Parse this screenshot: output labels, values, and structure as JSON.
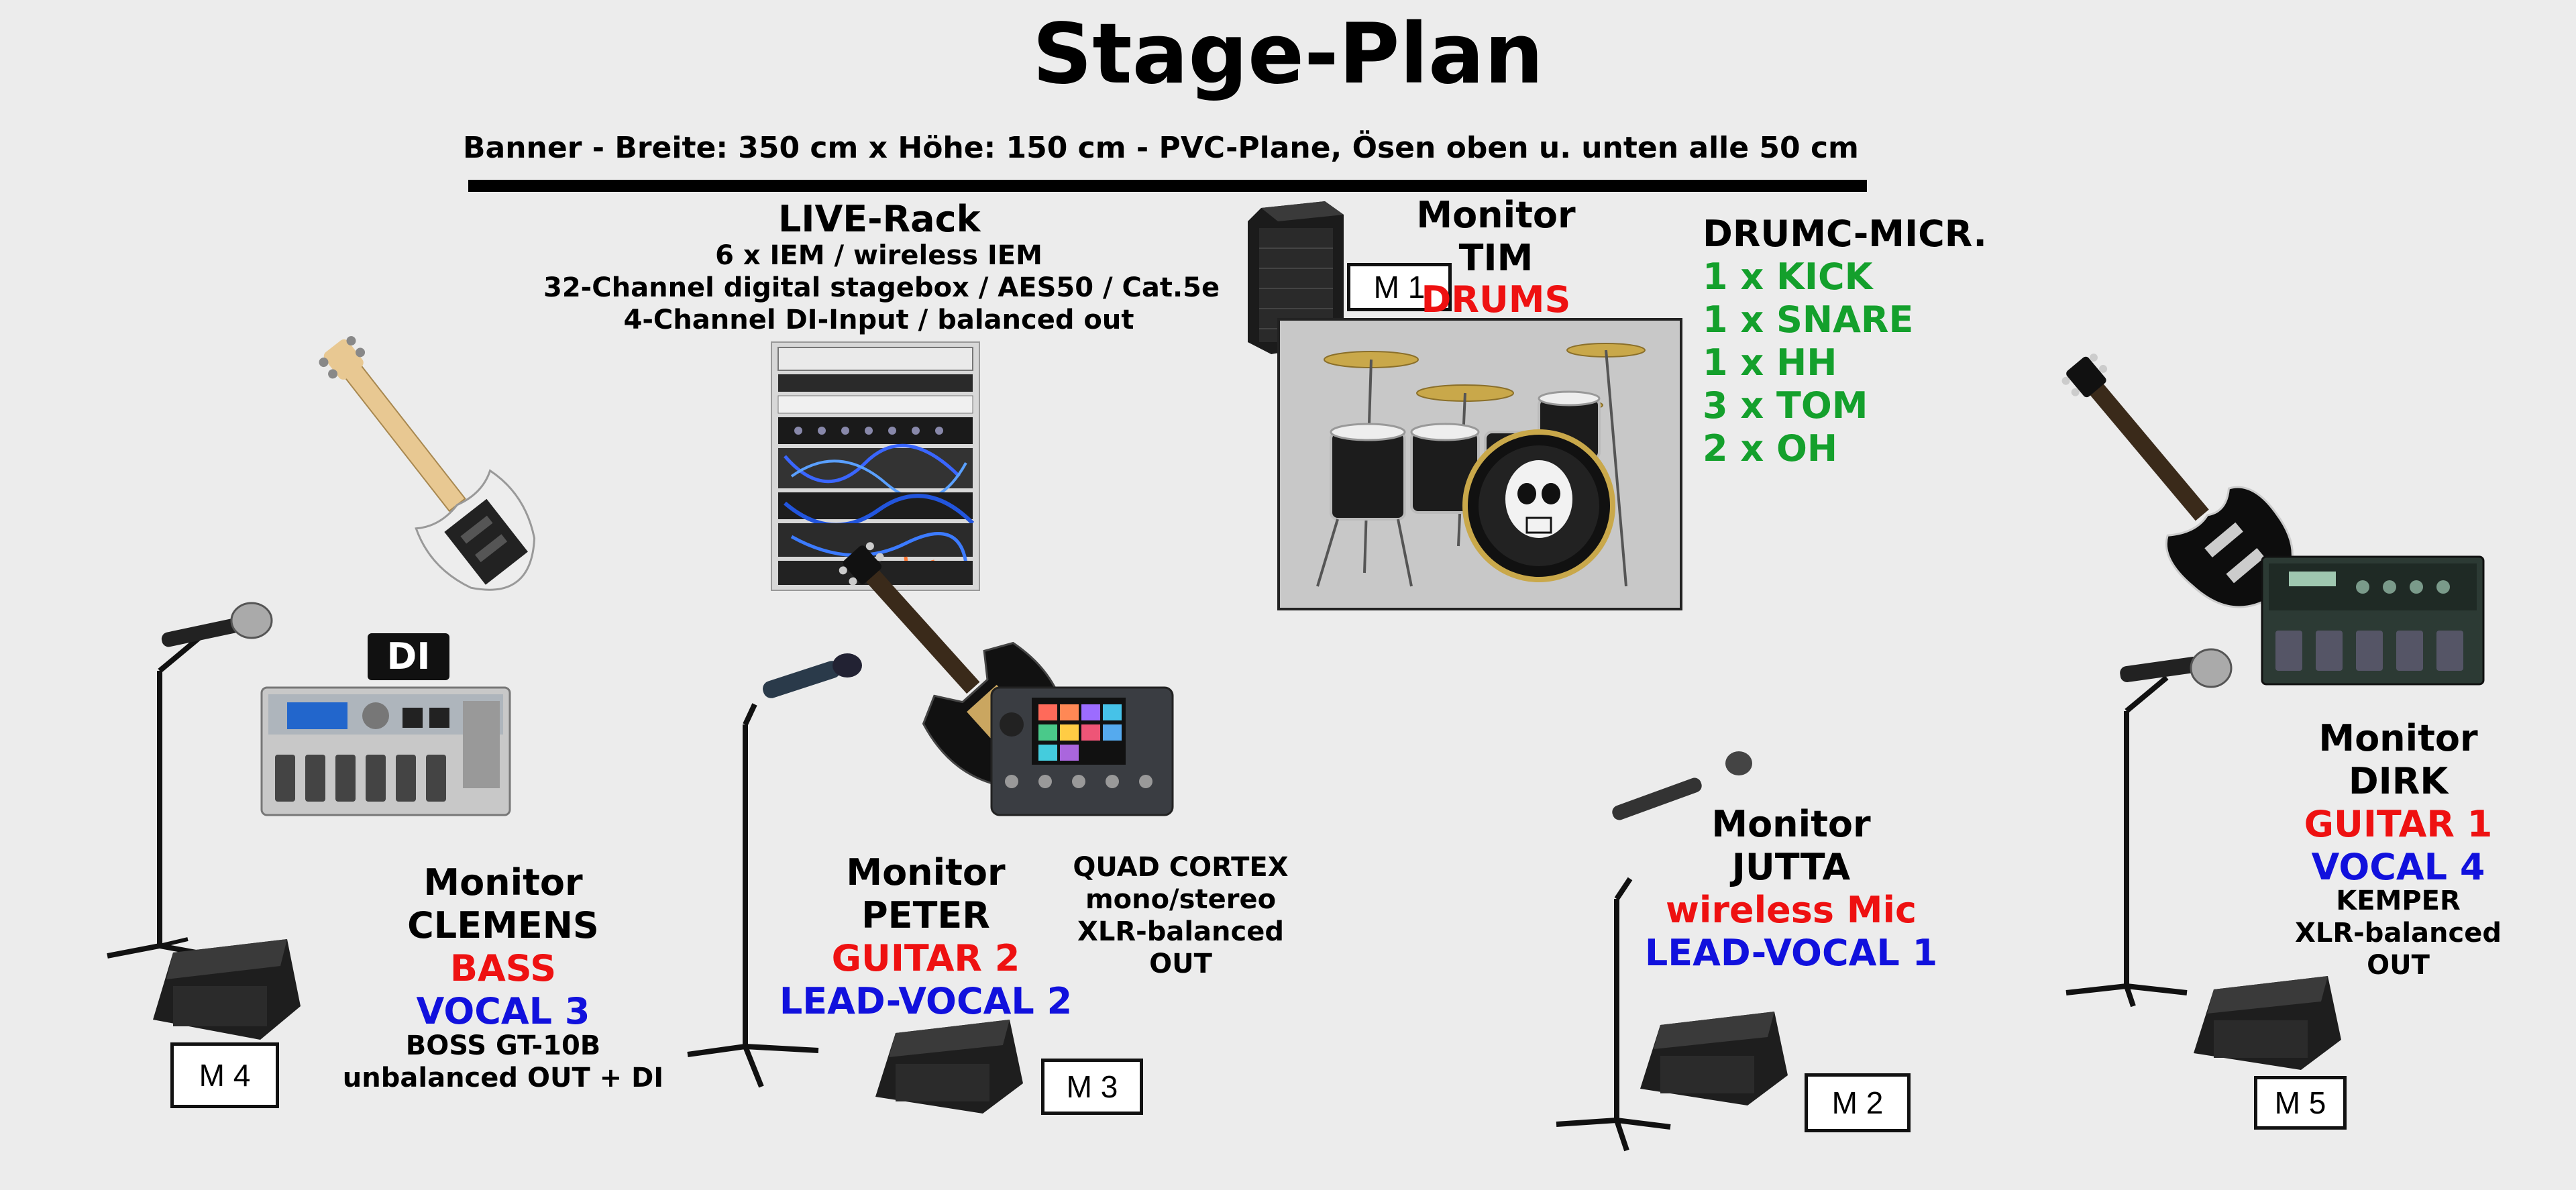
{
  "title": "Stage-Plan",
  "banner": "Banner  -  Breite: 350 cm  x  Höhe: 150 cm  -  PVC-Plane, Ösen oben u. unten alle 50 cm",
  "live_rack": {
    "title": "LIVE-Rack",
    "lines": [
      "6 x IEM / wireless IEM",
      "32-Channel digital stagebox / AES50 / Cat.5e",
      "4-Channel DI-Input / balanced out"
    ]
  },
  "drums": {
    "monitor": "Monitor",
    "name": "TIM",
    "role": "DRUMS",
    "monitor_label": "M 1"
  },
  "drum_mics": {
    "title": "DRUMC-MICR.",
    "items": [
      "1 x KICK",
      "1 x SNARE",
      "1 x HH",
      "3 x TOM",
      "2 x OH"
    ]
  },
  "di_label": "DI",
  "clemens": {
    "monitor": "Monitor",
    "name": "CLEMENS",
    "role": "BASS",
    "vocal": "VOCAL 3",
    "gear1": "BOSS GT-10B",
    "gear2": "unbalanced OUT + DI",
    "monitor_label": "M 4"
  },
  "peter": {
    "monitor": "Monitor",
    "name": "PETER",
    "role": "GUITAR 2",
    "vocal": "LEAD-VOCAL 2",
    "monitor_label": "M 3"
  },
  "quad_cortex": {
    "lines": [
      "QUAD CORTEX",
      "mono/stereo",
      "XLR-balanced",
      "OUT"
    ]
  },
  "jutta": {
    "monitor": "Monitor",
    "name": "JUTTA",
    "role": "wireless Mic",
    "vocal": "LEAD-VOCAL 1",
    "monitor_label": "M 2"
  },
  "dirk": {
    "monitor": "Monitor",
    "name": "DIRK",
    "role": "GUITAR 1",
    "vocal": "VOCAL 4",
    "gear1": "KEMPER",
    "gear2": "XLR-balanced",
    "gear3": "OUT",
    "monitor_label": "M 5"
  }
}
